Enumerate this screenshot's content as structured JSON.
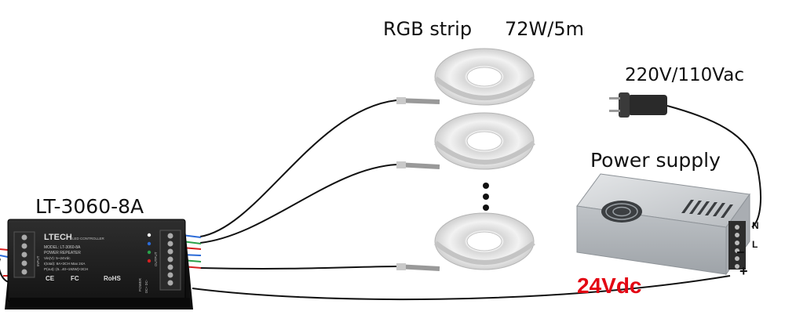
{
  "labels": {
    "strip": "RGB strip",
    "strip_power": "72W/5m",
    "mains": "220V/110Vac",
    "psu": "Power supply",
    "controller": "LT-3060-8A",
    "dc": "24Vdc"
  },
  "controller_faceplate": {
    "brand": "LTECH",
    "brand_sub": "LED CONTROLLER",
    "model": "MODEL: LT-3060-8A",
    "type": "POWER REPEATER",
    "line1": "Vin(V):   5~24Vdc",
    "line2": "I(total):  8A×3CH   Max 24A",
    "line3": "P(out):  (5...40~192W)×3CH",
    "ce": "CE",
    "fc": "FC",
    "rohs": "RoHS",
    "input_side": "INPUT",
    "output_side": "OUTPUT",
    "power_side": "POWER",
    "power_pins": "DC+ DC-"
  },
  "psu_terminals": {
    "n": "N",
    "l": "L",
    "minus": "−",
    "plus": "+"
  },
  "colors": {
    "dc_label": "#e30613",
    "wire": "#111111",
    "controller_body": "#1c1c1c",
    "psu_body": "#c9ccd0"
  }
}
